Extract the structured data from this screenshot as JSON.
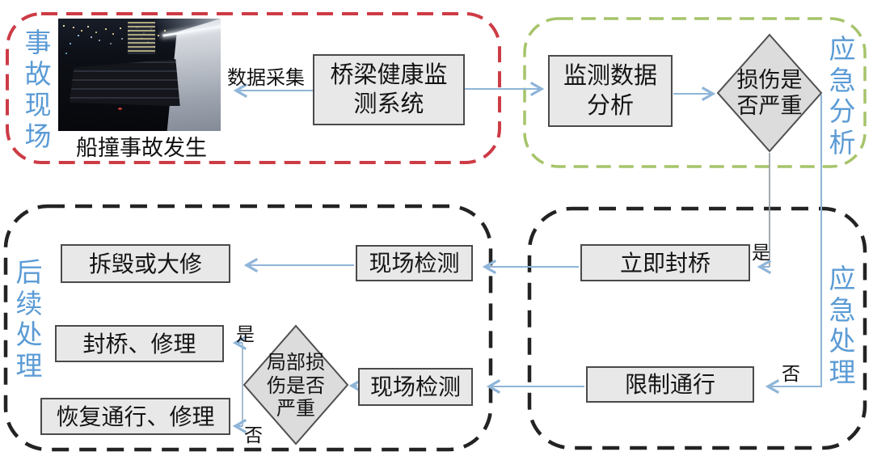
{
  "section_labels": {
    "accident_scene": "事故现场",
    "emergency_analysis": "应急分析",
    "emergency_handling": "应急处理",
    "followup_handling": "后续处理"
  },
  "photo": {
    "caption": "船撞事故发生",
    "description": "night photo of bridge after ship collision"
  },
  "nodes": {
    "bridge_system": "桥梁健康监\n测系统",
    "monitor_analysis": "监测数据\n分析",
    "damage_severe": "损伤是\n否严重",
    "immediate_close": "立即封桥",
    "restrict_traffic": "限制通行",
    "site_inspect_top": "现场检测",
    "site_inspect_bottom": "现场检测",
    "demolish_or_repair": "拆毁或大修",
    "close_bridge_repair": "封桥、修理",
    "restore_traffic_repair": "恢复通行、修理",
    "local_damage_severe": "局部损\n伤是否\n严重"
  },
  "edge_labels": {
    "data_collection": "数据采集",
    "yes_top": "是",
    "no_top": "否",
    "yes_bottom": "是",
    "no_bottom": "否"
  },
  "colors": {
    "accident_border": "#cd3b45",
    "analysis_border": "#a6c46a",
    "handling_border": "#232323",
    "section_label_text": "#5b9bd5",
    "node_fill": "#e8e8e8",
    "node_border": "#4a4a4a",
    "diamond_fill": "#dcdcdc",
    "connector": "#8fb5d8"
  }
}
